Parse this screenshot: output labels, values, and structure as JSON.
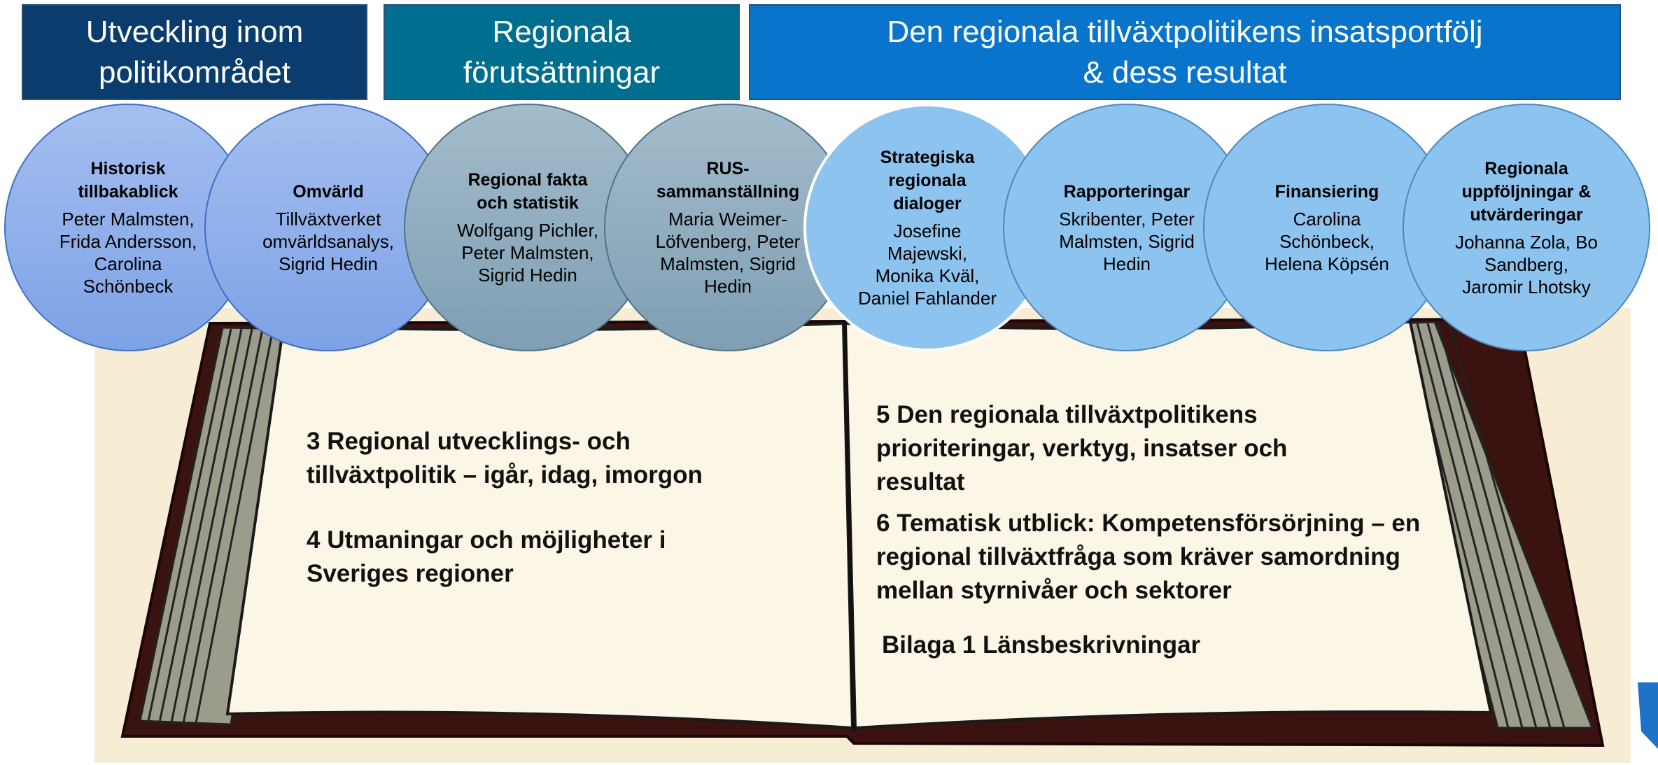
{
  "headers": [
    {
      "text": "Utveckling inom\npolitikområdet"
    },
    {
      "text": "Regionala\nförutsättningar"
    },
    {
      "text": "Den regionala tillväxtpolitikens insatsportfölj\n& dess resultat"
    }
  ],
  "circles": [
    {
      "title": "Historisk\ntillbakablick",
      "names": "Peter Malmsten,\nFrida Andersson,\nCarolina\nSchönbeck"
    },
    {
      "title": "Omvärld",
      "names": "Tillväxtverket\nomvärldsanalys,\nSigrid Hedin"
    },
    {
      "title": "Regional fakta\noch statistik",
      "names": "Wolfgang Pichler,\nPeter Malmsten,\nSigrid Hedin"
    },
    {
      "title": "RUS-\nsammanställning",
      "names": "Maria Weimer-\nLöfvenberg, Peter\nMalmsten, Sigrid\nHedin"
    },
    {
      "title": "Strategiska\nregionala\ndialoger",
      "names": "Josefine\nMajewski,\nMonika Kväl,\nDaniel Fahlander"
    },
    {
      "title": "Rapporteringar",
      "names": "Skribenter, Peter\nMalmsten, Sigrid\nHedin"
    },
    {
      "title": "Finansiering",
      "names": "Carolina\nSchönbeck,\nHelena Köpsén"
    },
    {
      "title": "Regionala\nuppföljningar &\nutvärderingar",
      "names": "Johanna Zola, Bo\nSandberg,\nJaromir Lhotsky"
    }
  ],
  "book": {
    "left_page": [
      "3 Regional utvecklings- och\ntillväxtpolitik – igår, idag, imorgon",
      "4 Utmaningar och möjligheter i\nSveriges regioner"
    ],
    "right_page": [
      "5 Den regionala tillväxtpolitikens\nprioriteringar, verktyg, insatser och\nresultat",
      "6 Tematisk utblick: Kompetensförsörjning – en\nregional tillväxtfråga som kräver samordning\nmellan styrnivåer och sektorer",
      "Bilaga 1 Länsbeskrivningar"
    ]
  },
  "colors": {
    "header1": "#0a3d6e",
    "header2": "#006f8f",
    "header3": "#0874cc",
    "page": "#fbf6e6",
    "background_panel": "#f7ecd4"
  }
}
